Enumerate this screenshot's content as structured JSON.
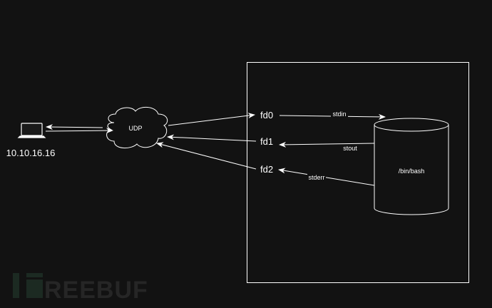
{
  "diagram": {
    "host_label": "10.10.16.16",
    "cloud_label": "UDP",
    "fds": [
      "fd0",
      "fd1",
      "fd2"
    ],
    "process_label": "/bin/bash",
    "edge_labels": {
      "stdin": "stdin",
      "stdout": "stout",
      "stderr": "stderr"
    },
    "watermark": "FREEBUF"
  },
  "colors": {
    "background": "#121212",
    "stroke": "#ffffff",
    "watermark_green": "#1c2a22",
    "watermark_gray": "#262626"
  }
}
